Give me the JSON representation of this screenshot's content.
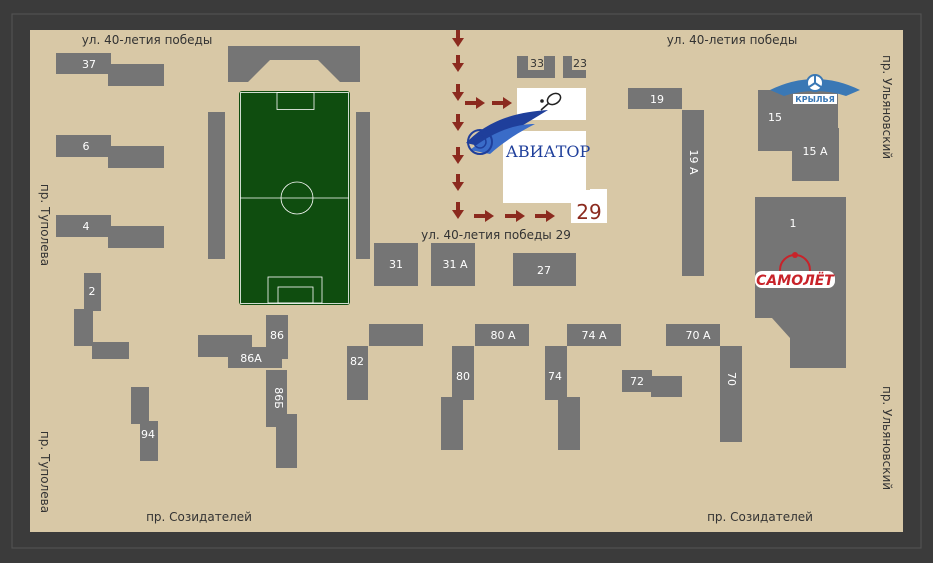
{
  "colors": {
    "frame": "#3b3b3b",
    "ground": "#d8c8a6",
    "building": "#757575",
    "field": "#0f4d0f",
    "arrow": "#8b2a1e",
    "target_number": "#8b2a1e",
    "aviator_blue": "#1f3f9b"
  },
  "streets": {
    "top_left": "ул. 40-летия победы",
    "top_right": "ул. 40-летия победы",
    "tupoleva_upper": "пр. Туполева",
    "tupoleva_lower": "пр. Туполева",
    "ulyanovsky_upper": "пр. Ульяновский",
    "ulyanovsky_lower": "пр. Ульяновский",
    "sozidateley_left": "пр. Созидателей",
    "sozidateley_right": "пр. Созидателей",
    "target_address": "ул. 40-летия победы 29"
  },
  "buildings": {
    "b37": "37",
    "b6": "6",
    "b4": "4",
    "b2": "2",
    "b94": "94",
    "b86": "86",
    "b86a": "86А",
    "b86b": "86Б",
    "b82": "82",
    "b80": "80",
    "b80a": "80 А",
    "b74": "74",
    "b74a": "74 А",
    "b72": "72",
    "b70": "70",
    "b70a": "70 А",
    "b31": "31",
    "b31a": "31 А",
    "b27": "27",
    "b33": "33",
    "b23": "23",
    "b19": "19",
    "b19a": "19 А",
    "b15": "15",
    "b15a": "15 А",
    "b1": "1",
    "b29": "29"
  },
  "logos": {
    "aviator": "АВИАТОР",
    "krylya": "КРЫЛЬЯ",
    "samolet": "САМОЛЁТ"
  },
  "icons": {
    "badminton": "badminton-racket-icon",
    "propeller": "propeller-icon"
  }
}
